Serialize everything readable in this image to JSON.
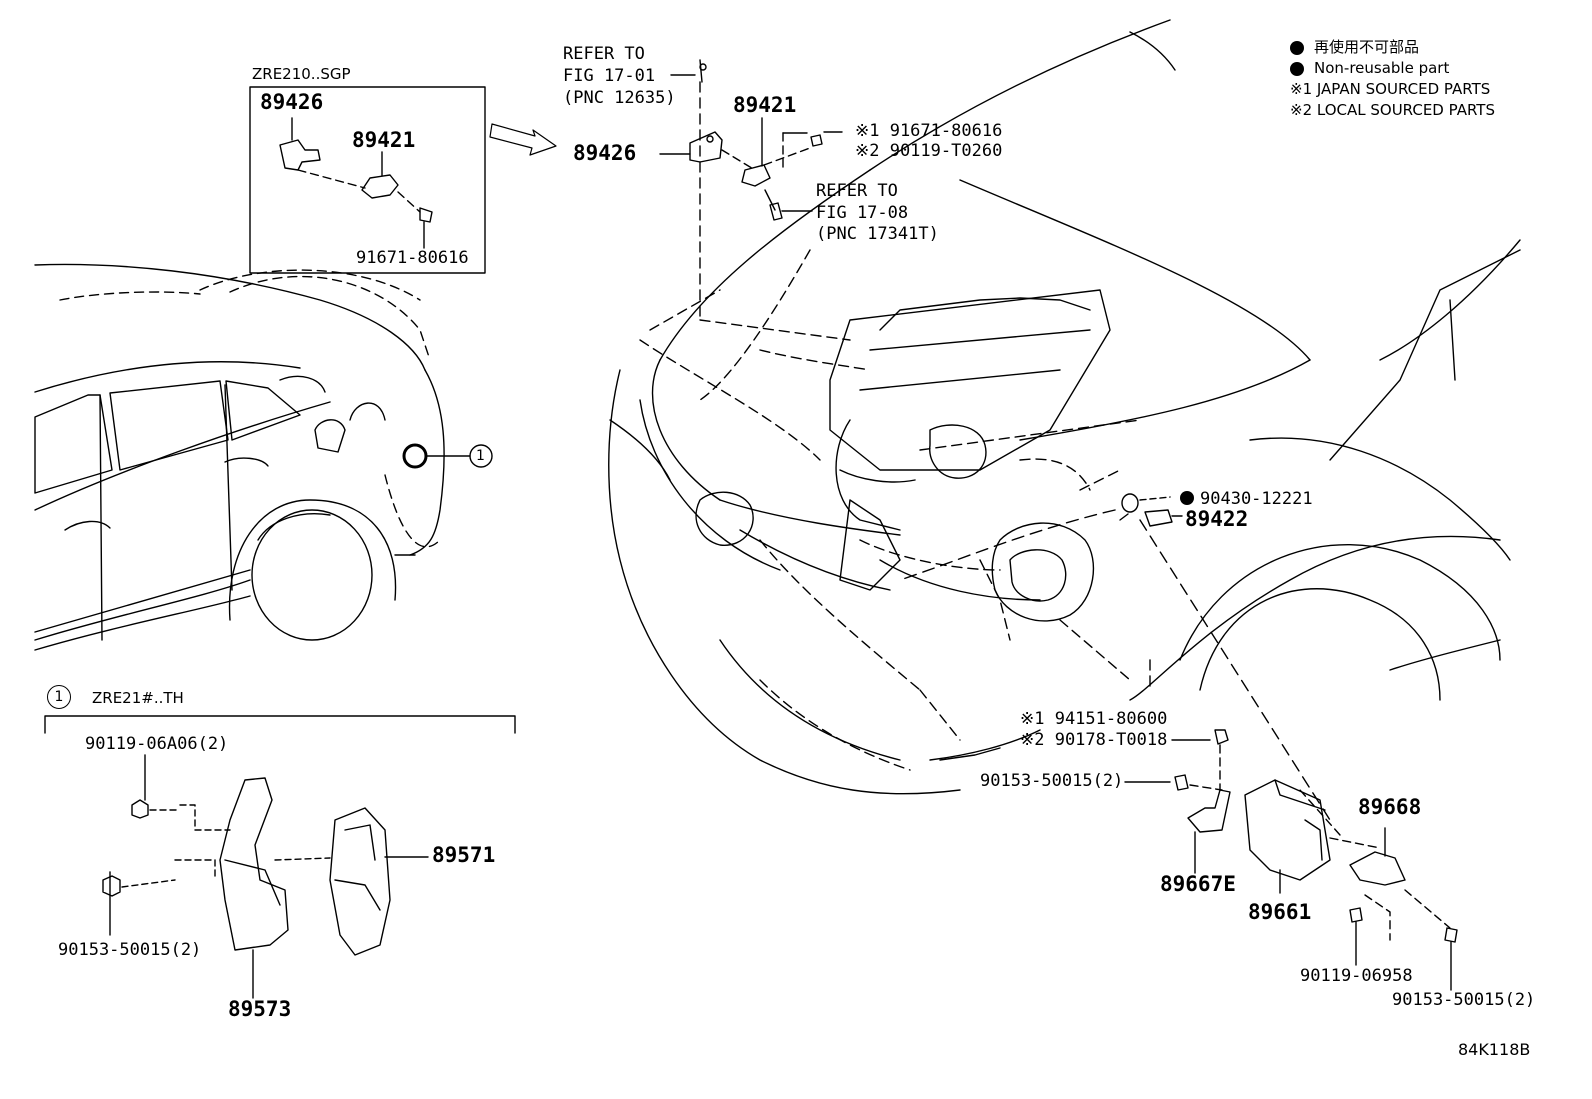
{
  "legend": {
    "non_reusable_jp": "再使用不可部品",
    "non_reusable_en": "Non-reusable part",
    "japan_sourced": "※1 JAPAN SOURCED PARTS",
    "local_sourced": "※2 LOCAL SOURCED PARTS"
  },
  "inset_sgp": {
    "title": "ZRE210..SGP",
    "part_a": "89426",
    "part_b": "89421",
    "part_c": "91671-80616"
  },
  "refer_1": {
    "line1": "REFER TO",
    "line2": "FIG 17-01",
    "line3": "(PNC 12635)"
  },
  "refer_2": {
    "line1": "REFER TO",
    "line2": "FIG 17-08",
    "line3": "(PNC 17341T)"
  },
  "upper_parts": {
    "bracket": "89426",
    "sensor": "89421",
    "bolt_jp": "※1 91671-80616",
    "bolt_local": "※2 90119-T0260"
  },
  "sensor_parts": {
    "gasket": "90430-12221",
    "sensor": "89422"
  },
  "ecu_parts": {
    "nut_jp": "※1 94151-80600",
    "nut_local": "※2 90178-T0018",
    "bolt": "90153-50015(2)",
    "bracket_e": "89667E",
    "ecu": "89661",
    "bracket": "89668",
    "bolt_b": "90119-06958",
    "bolt_c": "90153-50015(2)"
  },
  "callout": {
    "number": "1"
  },
  "inset_th": {
    "marker": "1",
    "title": "ZRE21#..TH",
    "bolt_top": "90119-06A06(2)",
    "bolt_bottom": "90153-50015(2)",
    "module": "89571",
    "cover": "89573"
  },
  "figure_code": "84K118B"
}
